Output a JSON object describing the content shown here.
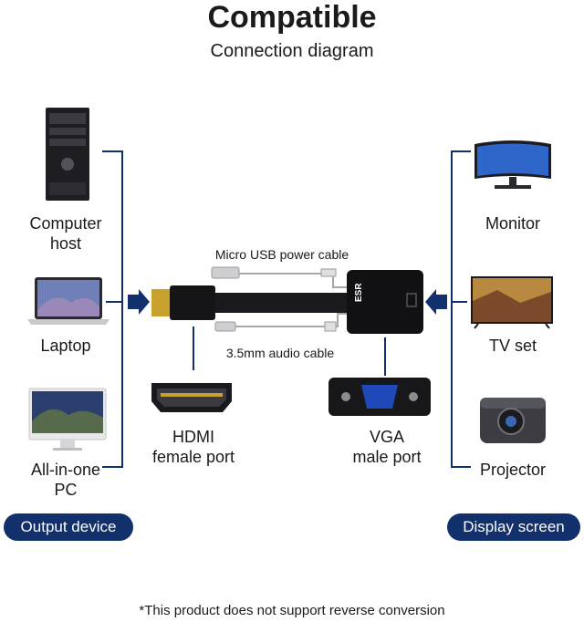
{
  "header": {
    "title": "Compatible",
    "subtitle": "Connection diagram"
  },
  "output_devices": {
    "computer_host": "Computer\nhost",
    "laptop": "Laptop",
    "all_in_one": "All-in-one\nPC",
    "badge": "Output device"
  },
  "display_devices": {
    "monitor": "Monitor",
    "tv_set": "TV set",
    "projector": "Projector",
    "badge": "Display screen"
  },
  "adapter": {
    "power_cable_label": "Micro USB power cable",
    "audio_cable_label": "3.5mm audio cable",
    "hdmi_port": "HDMI\nfemale port",
    "vga_port": "VGA\nmale port",
    "brand": "ESR"
  },
  "colors": {
    "connector_line": "#12306b",
    "badge_bg": "#12306b",
    "arrow": "#12306b"
  },
  "footnote": "*This product does not support reverse conversion"
}
